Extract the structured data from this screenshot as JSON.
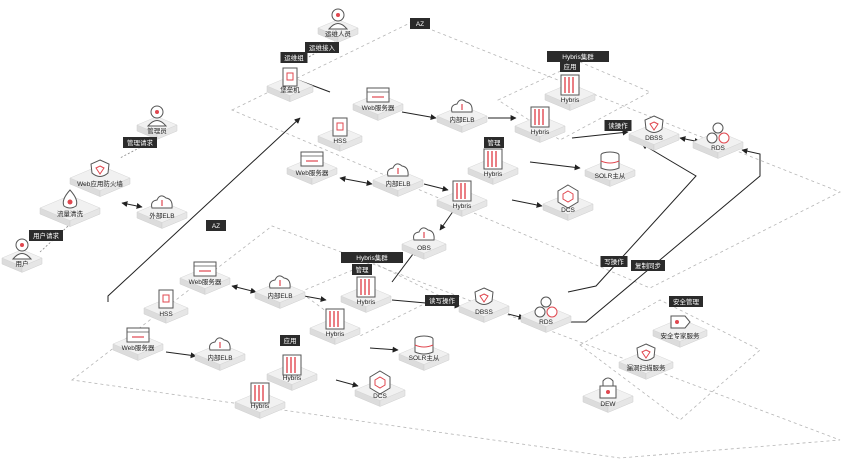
{
  "colors": {
    "accent": "#e0474f",
    "tag_bg": "#2b2b2b",
    "tag_fg": "#ffffff",
    "line": "#222222",
    "dash": "#b5b5b5",
    "platform_top": "#f1f1f1",
    "platform_side": "#dcdcdc"
  },
  "tags": {
    "az_top": "AZ",
    "az_bottom": "AZ",
    "ops_access": "运维接入",
    "ops_group": "运维组",
    "admin_request": "管理请求",
    "user_request": "用户请求",
    "hybris_cluster_top": "Hybris集群",
    "app_top": "应用",
    "manage_top": "管理",
    "read_op": "读操作",
    "write_op": "写操作",
    "replicate": "复制同步",
    "hybris_cluster_bottom": "Hybris集群",
    "manage_bottom": "管理",
    "rw_op": "读写操作",
    "app_bottom": "应用",
    "security_mgmt": "安全管理"
  },
  "nodes": {
    "ops_person": "运维人员",
    "bastion": "堡垒机",
    "admin": "管理员",
    "waf": "Web应用防火墙",
    "ddos": "流量清洗",
    "ext_elb": "外部ELB",
    "user": "用户",
    "web_top_1": "Web服务器",
    "hss_top": "HSS",
    "web_top_2": "Web服务器",
    "int_elb_top_1": "内部ELB",
    "int_elb_top_2": "内部ELB",
    "hybris_top_app": "Hybris",
    "hybris_top_app_2": "Hybris",
    "hybris_top_mgmt": "Hybris",
    "hybris_top_mgmt_2": "Hybris",
    "dbss_top": "DBSS",
    "rds_top": "RDS",
    "solr_top": "SOLR主从",
    "dcs_top": "DCS",
    "obs": "OBS",
    "web_bot_1": "Web服务器",
    "hss_bot": "HSS",
    "web_bot_2": "Web服务器",
    "int_elb_bot_1": "内部ELB",
    "int_elb_bot_2": "内部ELB",
    "hybris_bot_mgmt": "Hybris",
    "hybris_bot_mgmt_2": "Hybris",
    "dbss_bot": "DBSS",
    "rds_bot": "RDS",
    "solr_bot": "SOLR主从",
    "hybris_bot_app": "Hybris",
    "hybris_bot_app_2": "Hybris",
    "dcs_bot": "DCS",
    "sec_expert": "安全专家服务",
    "vuln_scan": "漏洞扫描服务",
    "dew": "DEW"
  }
}
